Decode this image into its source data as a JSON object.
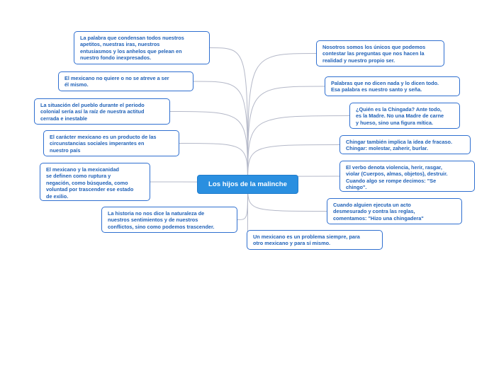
{
  "diagram": {
    "central": "Los hijos de la malinche",
    "left_nodes": [
      "La palabra que condensan todos nuestros\napetitos, nuestras iras, nuestros\nentusiasmos y los anhelos que pelean en\nnuestro fondo inexpresados.",
      "El mexicano no quiere o no se atreve a ser\nél mismo.",
      "La situación del pueblo durante el periodo\ncolonial sería así la raíz de nuestra actitud\ncerrada e inestable",
      "El carácter mexicano es un producto de las\ncircunstancias sociales imperantes en\nnuestro país",
      "El mexicano y la mexicanidad\nse definen como ruptura y\nnegación, como búsqueda, como\nvoluntad por trascender ese estado\nde exilio.",
      "La historia no nos dice la naturaleza de\nnuestros sentimientos y de nuestros\nconflictos, sino como podemos trascender."
    ],
    "right_nodes": [
      "Nosotros somos los únicos que podemos\ncontestar las preguntas que nos hacen la\nrealidad y nuestro propio ser.",
      "Palabras que no dicen nada y lo dicen todo.\nEsa palabra es nuestro santo y seña.",
      "¿Quién es la Chingada? Ante todo,\nes la Madre. No una Madre de carne\ny hueso, sino una figura mítica.",
      "Chingar también implica la idea de fracaso.\nChingar: molestar, zaherir, burlar.",
      "El verbo denota violencia, herir, rasgar,\nviolar (Cuerpos, almas, objetos), destruir.\nCuando algo se rompe decimos: \"Se\nchingo\".",
      "Cuando alguien ejecuta un acto\ndesmesurado y contra las reglas,\ncomentamos: \"Hizo una chingadera\""
    ],
    "bottom_node": "Un mexicano es un problema siempre, para\notro mexicano y para sí mismo."
  },
  "colors": {
    "central_fill": "#2a8fe0",
    "node_border": "#2f6fd0",
    "node_text": "#2162b8",
    "link": "#b4b8c8"
  }
}
